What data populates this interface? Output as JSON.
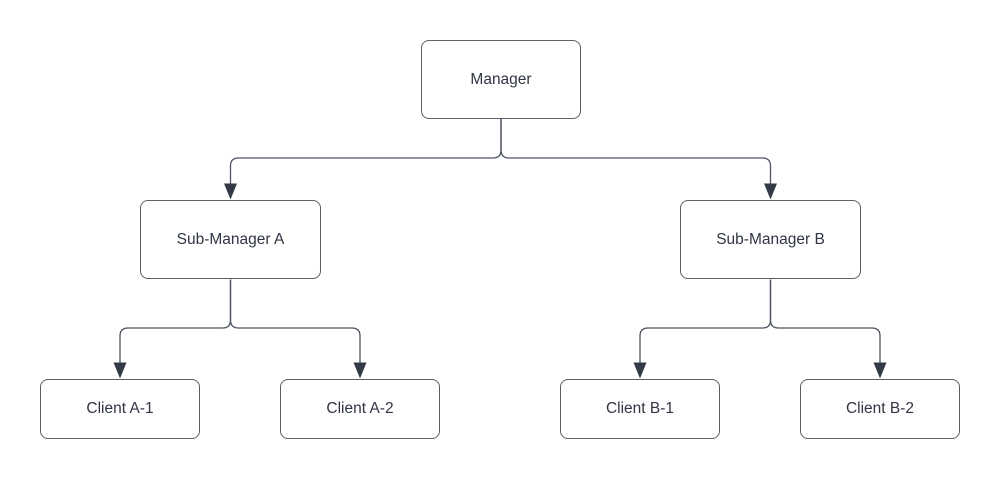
{
  "diagram": {
    "type": "org-chart",
    "background_color": "#ffffff",
    "node_fill_color": "#ffffff",
    "node_border_color": "#5a5f69",
    "node_text_color": "#2f3542",
    "connector_color": "#4d5462",
    "arrowhead_color": "#333947",
    "nodes": [
      {
        "id": "manager",
        "label": "Manager"
      },
      {
        "id": "sub-manager-a",
        "label": "Sub-Manager A"
      },
      {
        "id": "sub-manager-b",
        "label": "Sub-Manager B"
      },
      {
        "id": "client-a1",
        "label": "Client A-1"
      },
      {
        "id": "client-a2",
        "label": "Client A-2"
      },
      {
        "id": "client-b1",
        "label": "Client B-1"
      },
      {
        "id": "client-b2",
        "label": "Client B-2"
      }
    ],
    "edges": [
      {
        "from": "Manager",
        "to": "Sub-Manager A"
      },
      {
        "from": "Manager",
        "to": "Sub-Manager B"
      },
      {
        "from": "Sub-Manager A",
        "to": "Client A-1"
      },
      {
        "from": "Sub-Manager A",
        "to": "Client A-2"
      },
      {
        "from": "Sub-Manager B",
        "to": "Client B-1"
      },
      {
        "from": "Sub-Manager B",
        "to": "Client B-2"
      }
    ]
  }
}
